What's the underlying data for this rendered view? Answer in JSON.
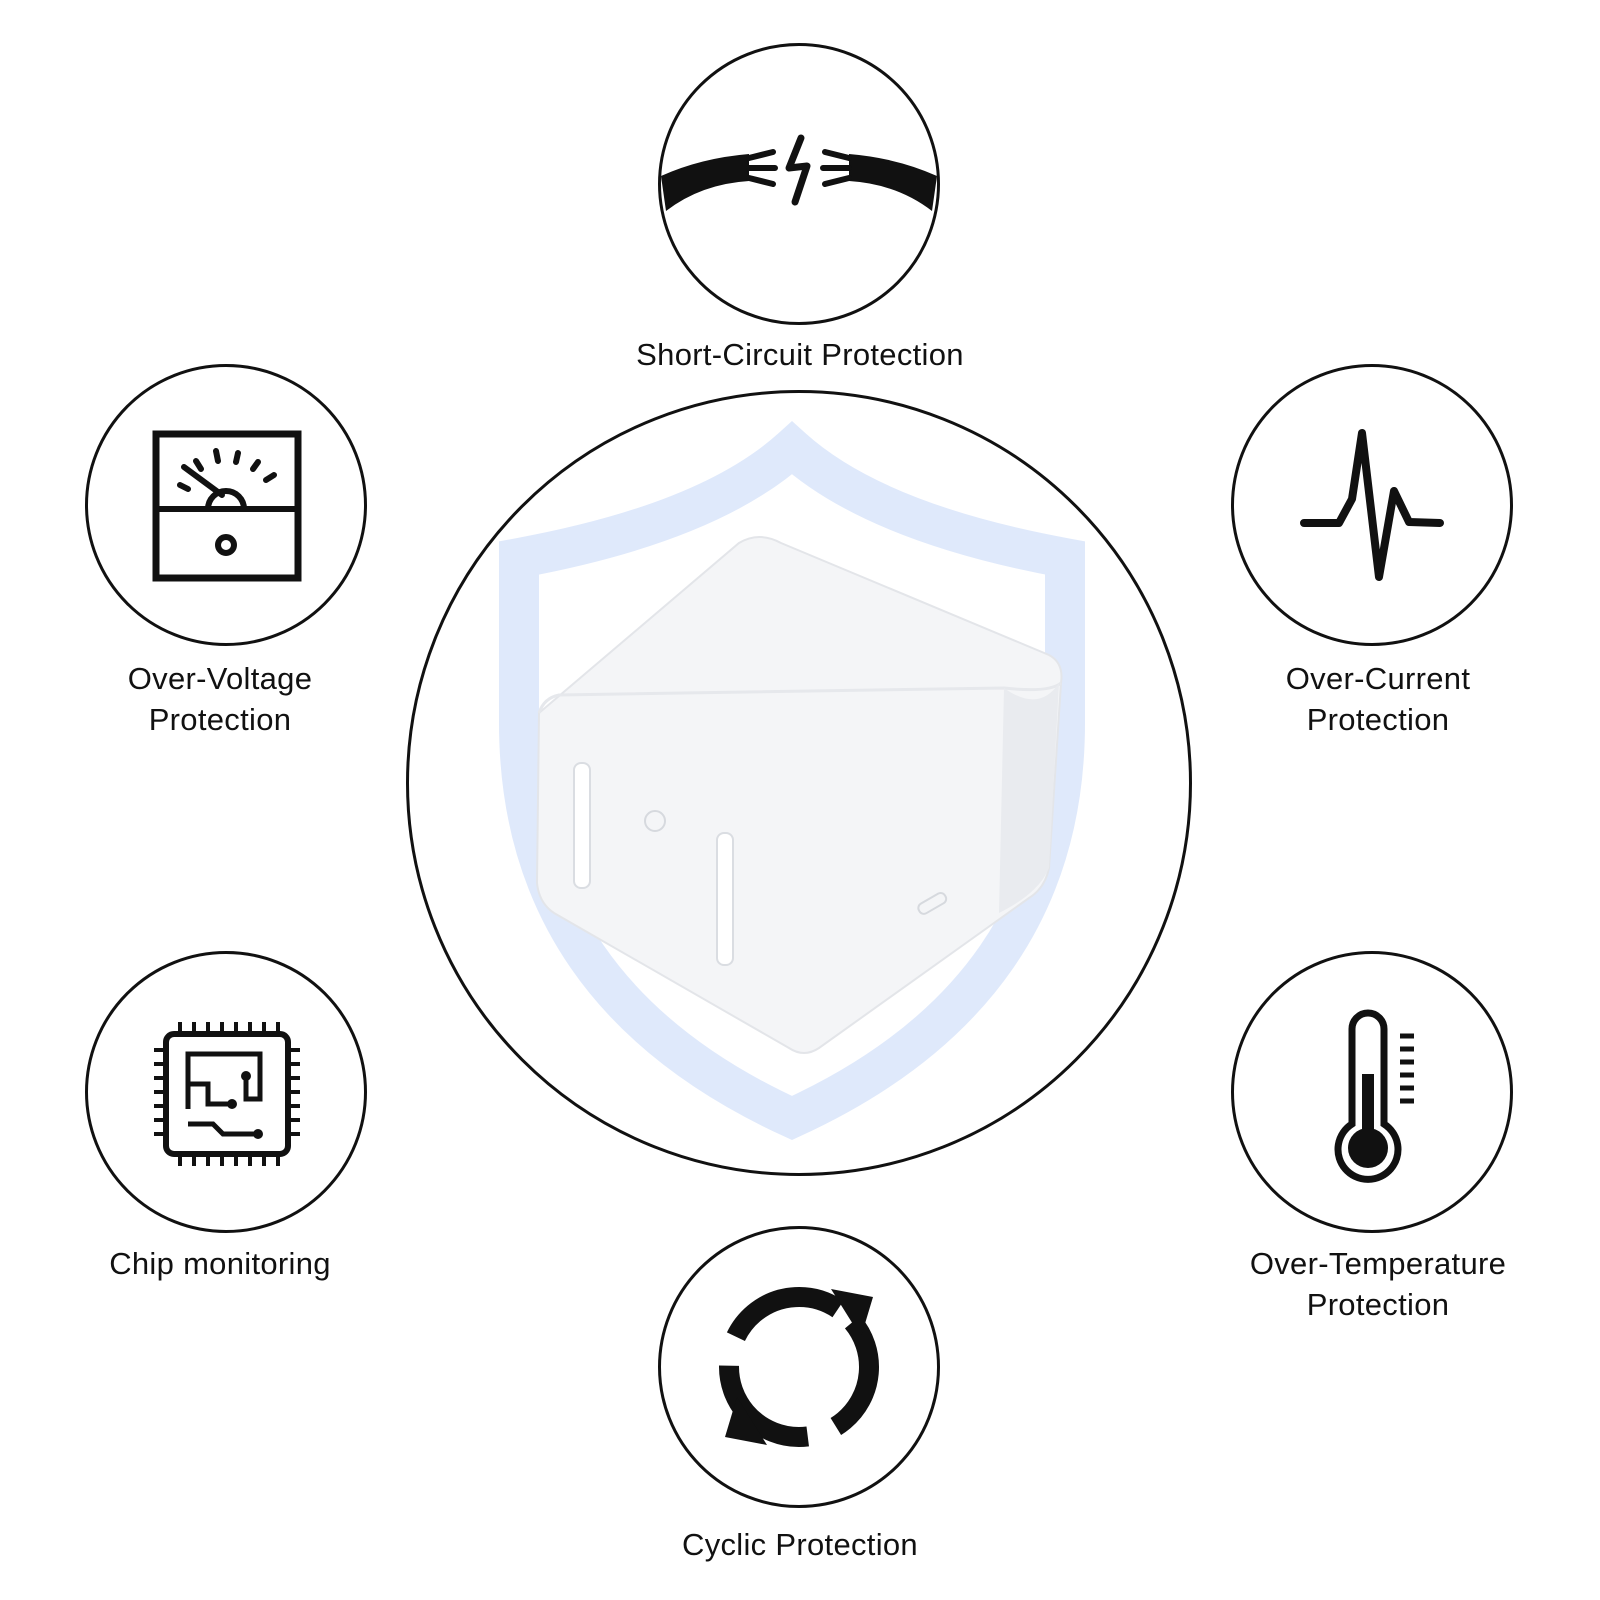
{
  "features": {
    "short_circuit": {
      "label": "Short-Circuit Protection",
      "icon": "broken-wire-spark-icon"
    },
    "over_voltage": {
      "line1": "Over-Voltage",
      "line2": "Protection",
      "icon": "voltmeter-icon"
    },
    "over_current": {
      "line1": "Over-Current",
      "line2": "Protection",
      "icon": "pulse-wave-icon"
    },
    "chip": {
      "label": "Chip monitoring",
      "icon": "chip-icon"
    },
    "over_temperature": {
      "line1": "Over-Temperature",
      "line2": "Protection",
      "icon": "thermometer-icon"
    },
    "cyclic": {
      "label": "Cyclic Protection",
      "icon": "cycle-arrows-icon"
    }
  },
  "colors": {
    "stroke": "#111111",
    "shield": "#dfe9fb",
    "product": "#f4f5f7"
  }
}
